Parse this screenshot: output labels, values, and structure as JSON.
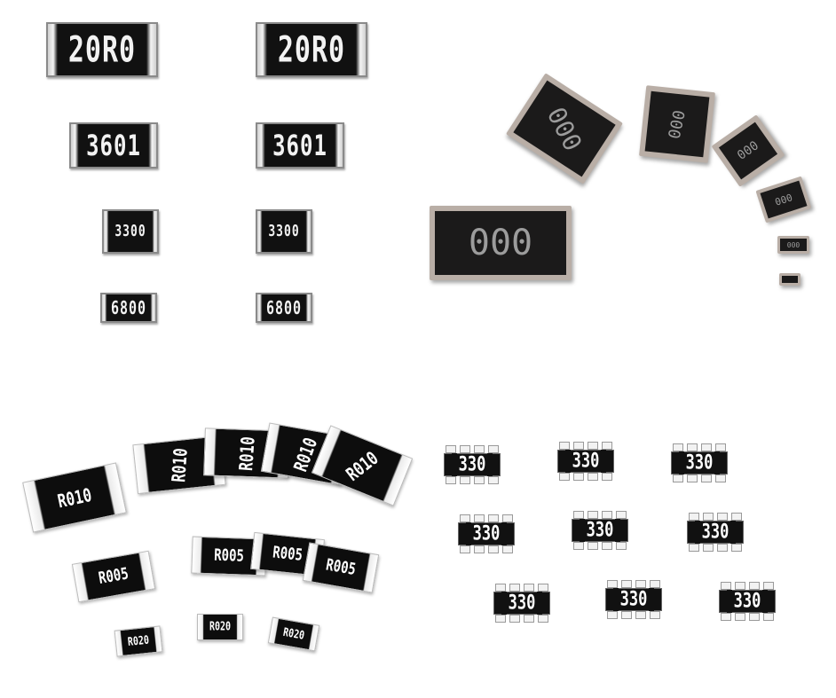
{
  "top_left_chips": [
    "20R0",
    "20R0",
    "3601",
    "3601",
    "3300",
    "3300",
    "6800",
    "6800"
  ],
  "top_right_chips": [
    "000",
    "000",
    "000",
    "000",
    "000",
    "000"
  ],
  "bottom_left_chips": [
    "R010",
    "R010",
    "R010",
    "R010",
    "R010",
    "R005",
    "R005",
    "R005",
    "R005",
    "R020",
    "R020",
    "R020"
  ],
  "bottom_right_arrays": [
    "330",
    "330",
    "330",
    "330",
    "330",
    "330",
    "330",
    "330",
    "330"
  ]
}
